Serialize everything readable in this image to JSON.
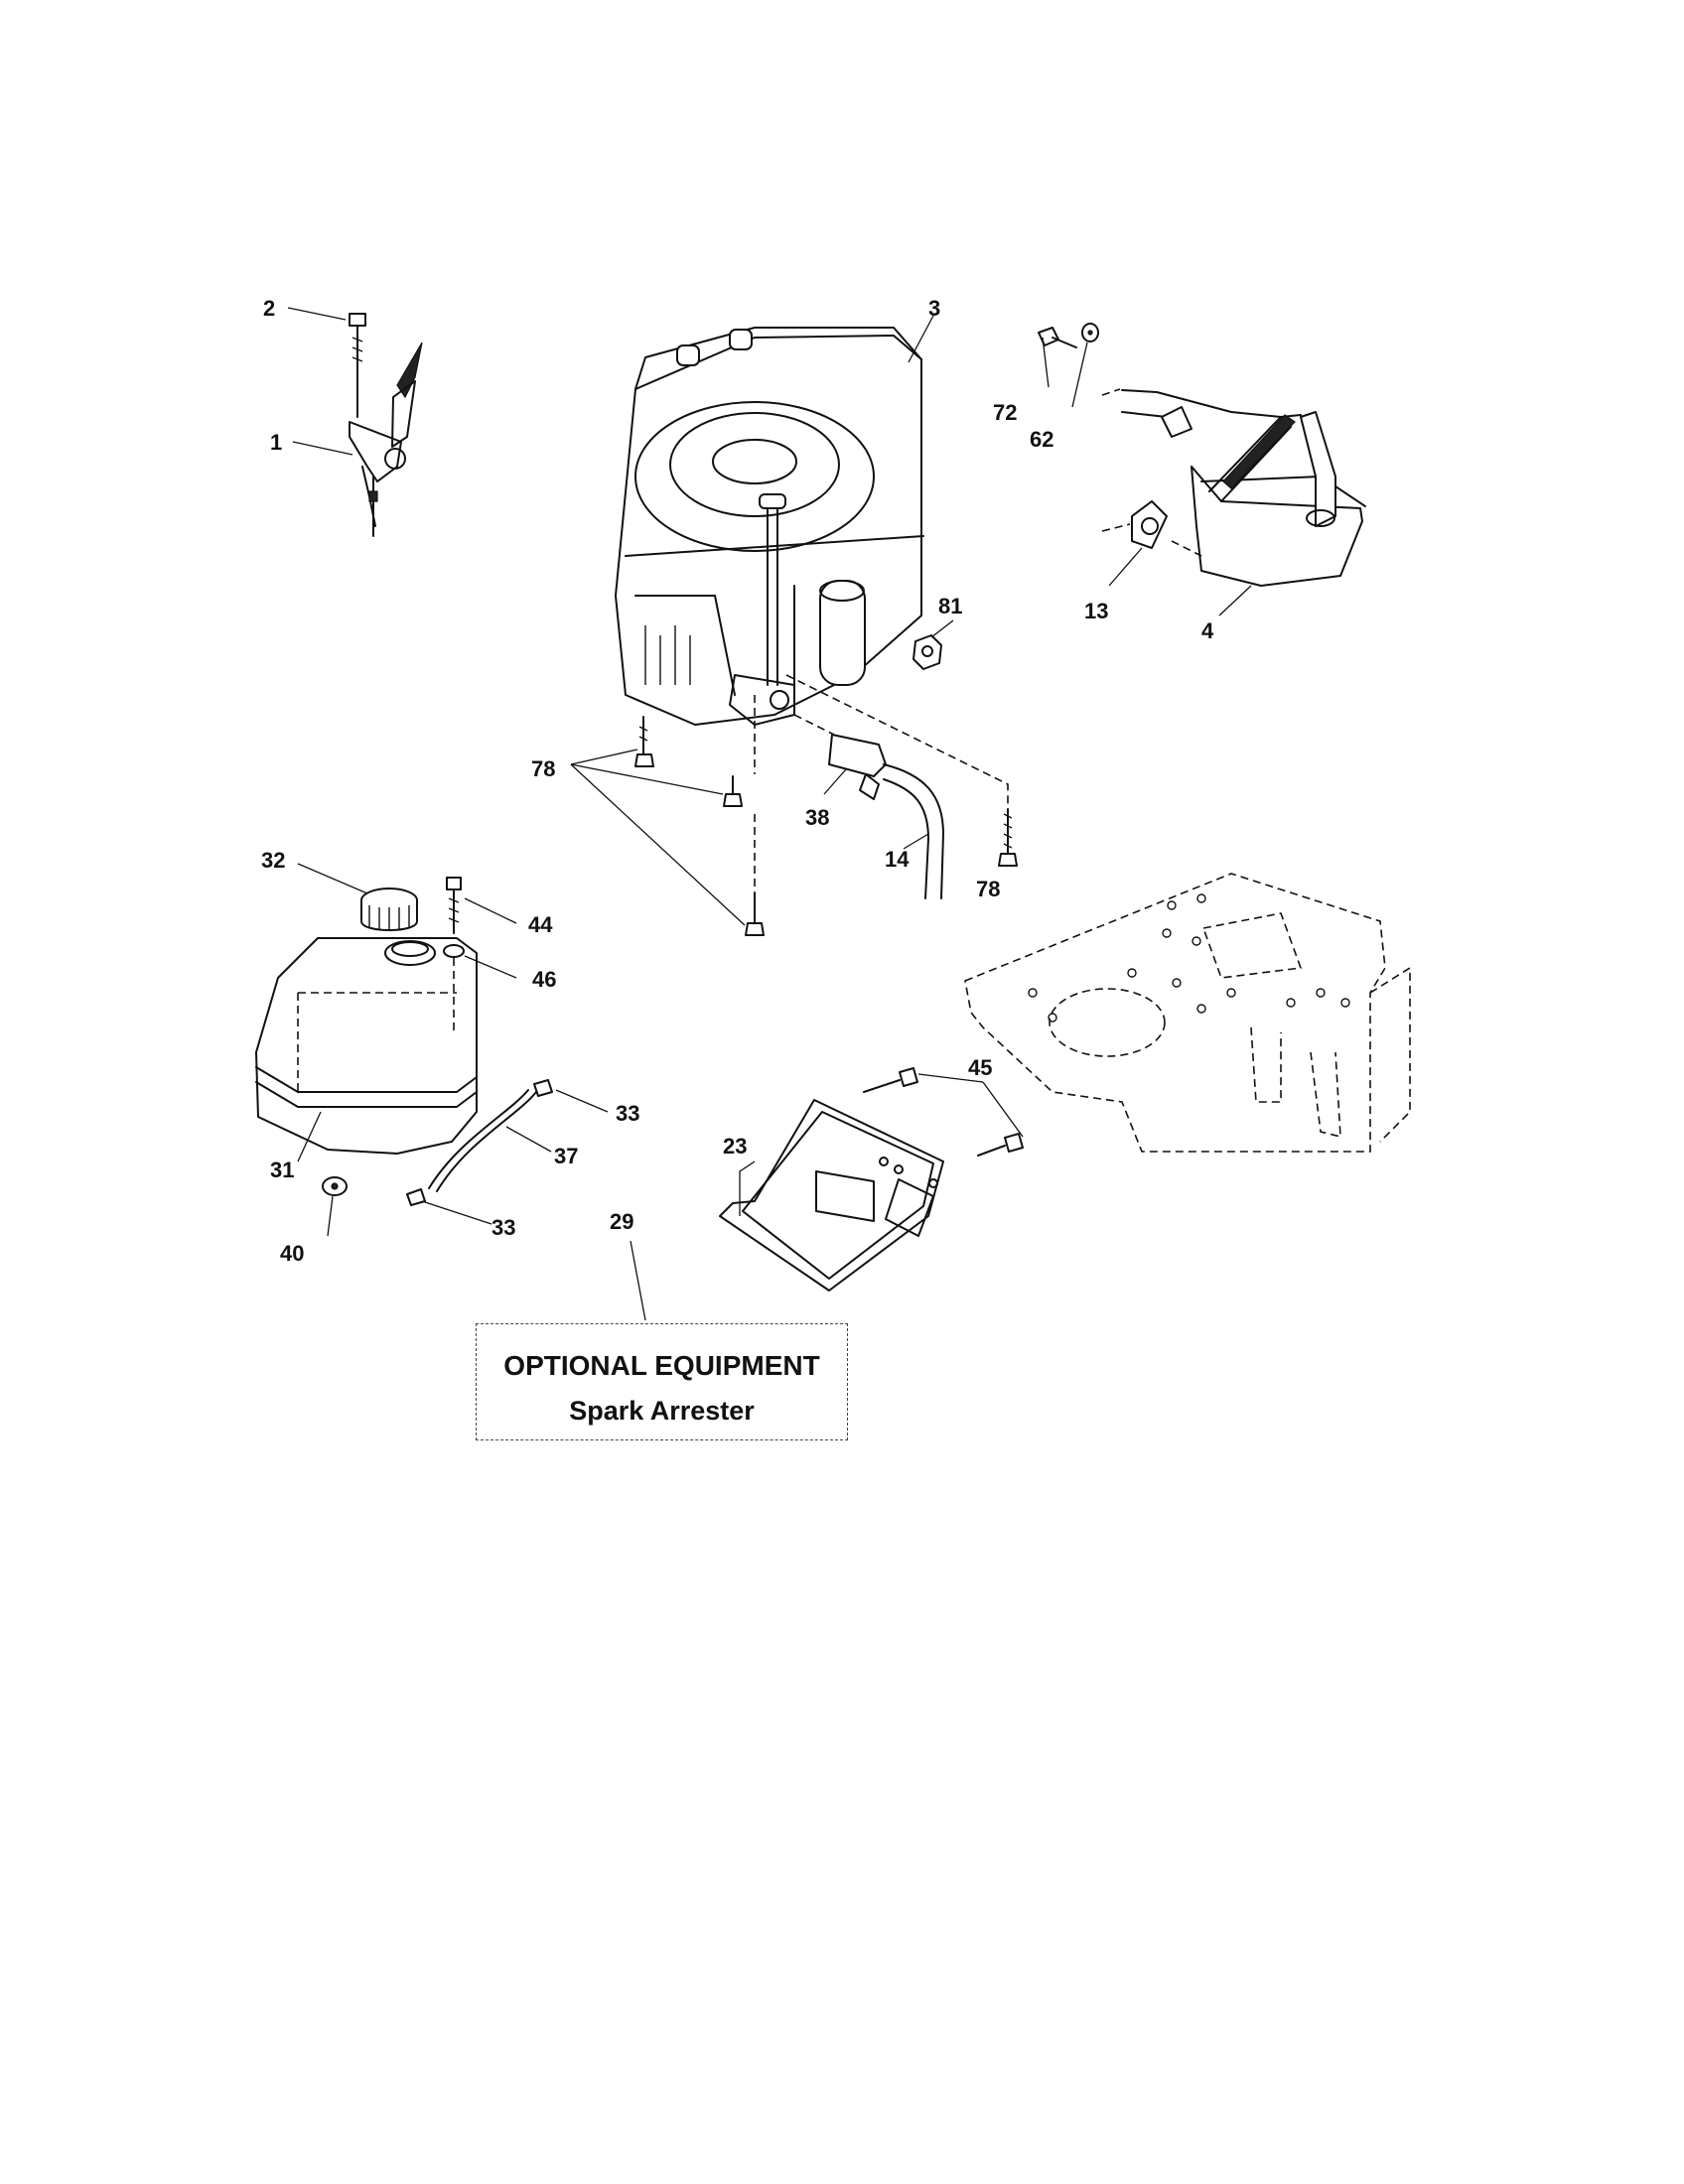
{
  "callouts": {
    "c1": "1",
    "c2": "2",
    "c3": "3",
    "c4": "4",
    "c13": "13",
    "c14": "14",
    "c23": "23",
    "c29": "29",
    "c31": "31",
    "c32": "32",
    "c33a": "33",
    "c33b": "33",
    "c37": "37",
    "c38": "38",
    "c40": "40",
    "c44": "44",
    "c45": "45",
    "c46": "46",
    "c62": "62",
    "c72": "72",
    "c78a": "78",
    "c78b": "78",
    "c81": "81"
  },
  "optional_box": {
    "title": "OPTIONAL EQUIPMENT",
    "subtitle": "Spark Arrester"
  }
}
